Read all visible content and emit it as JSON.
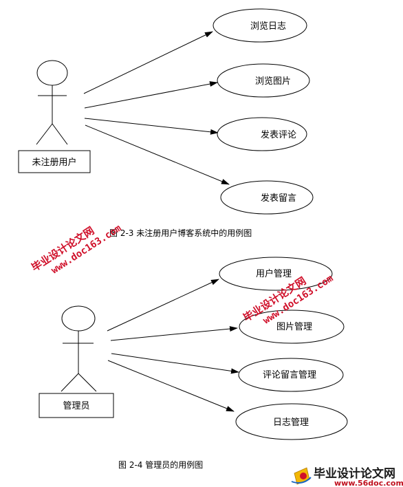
{
  "diagram1": {
    "actor": "未注册用户",
    "use_cases": [
      "浏览日志",
      "浏览图片",
      "发表评论",
      "发表留言"
    ],
    "caption": "图 2-3 未注册用户博客系统中的用例图"
  },
  "diagram2": {
    "actor": "管理员",
    "use_cases": [
      "用户管理",
      "图片管理",
      "评论留言管理",
      "日志管理"
    ],
    "caption": "图 2-4 管理员的用例图"
  },
  "watermark": {
    "name": "毕业设计论文网",
    "url": "www.doc163.com"
  },
  "logo": {
    "name": "毕业设计论文网",
    "url": "www.56doc.com"
  },
  "colors": {
    "line": "#000000",
    "watermark": "#d0102a"
  }
}
